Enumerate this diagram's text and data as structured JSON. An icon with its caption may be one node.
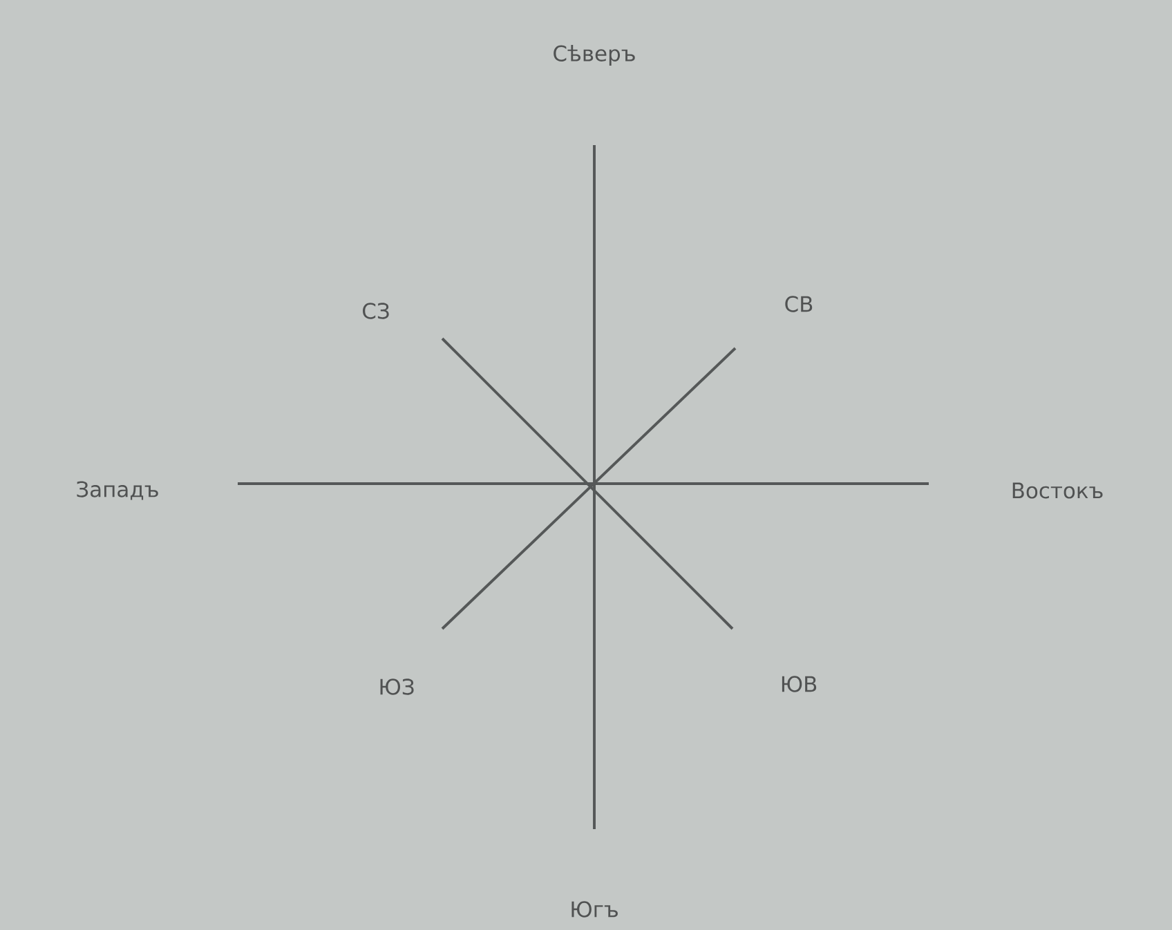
{
  "diagram": {
    "labels": [
      "Сѣверъ",
      "СЗ",
      "СВ",
      "Западъ",
      "Востокъ",
      "ЮЗ",
      "ЮВ",
      "Югъ"
    ]
  }
}
